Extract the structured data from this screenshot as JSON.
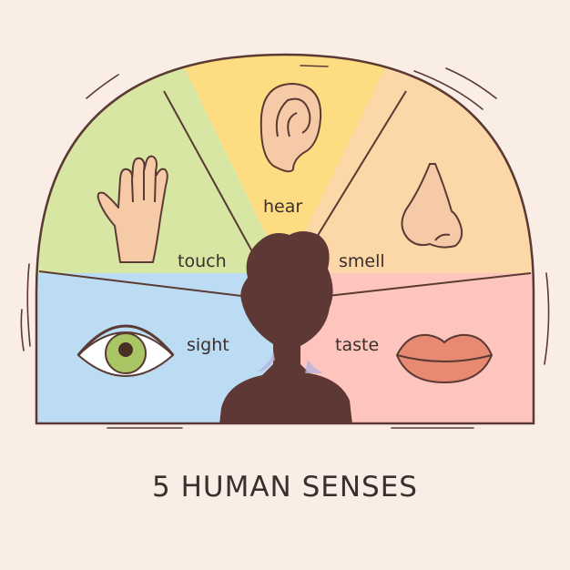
{
  "title": "5 HUMAN SENSES",
  "senses": [
    {
      "label": "touch",
      "color": "#d7e6a3",
      "icon": "hand-icon"
    },
    {
      "label": "hear",
      "color": "#fddc82",
      "icon": "ear-icon"
    },
    {
      "label": "smell",
      "color": "#fcd7a8",
      "icon": "nose-icon"
    },
    {
      "label": "sight",
      "color": "#bcdcf3",
      "icon": "eye-icon"
    },
    {
      "label": "taste",
      "color": "#fdc5bd",
      "icon": "lips-icon"
    }
  ],
  "colors": {
    "background": "#f9ede6",
    "outline": "#5a3a32",
    "silhouette": "#5e3834",
    "skin": "#f6caa6"
  }
}
